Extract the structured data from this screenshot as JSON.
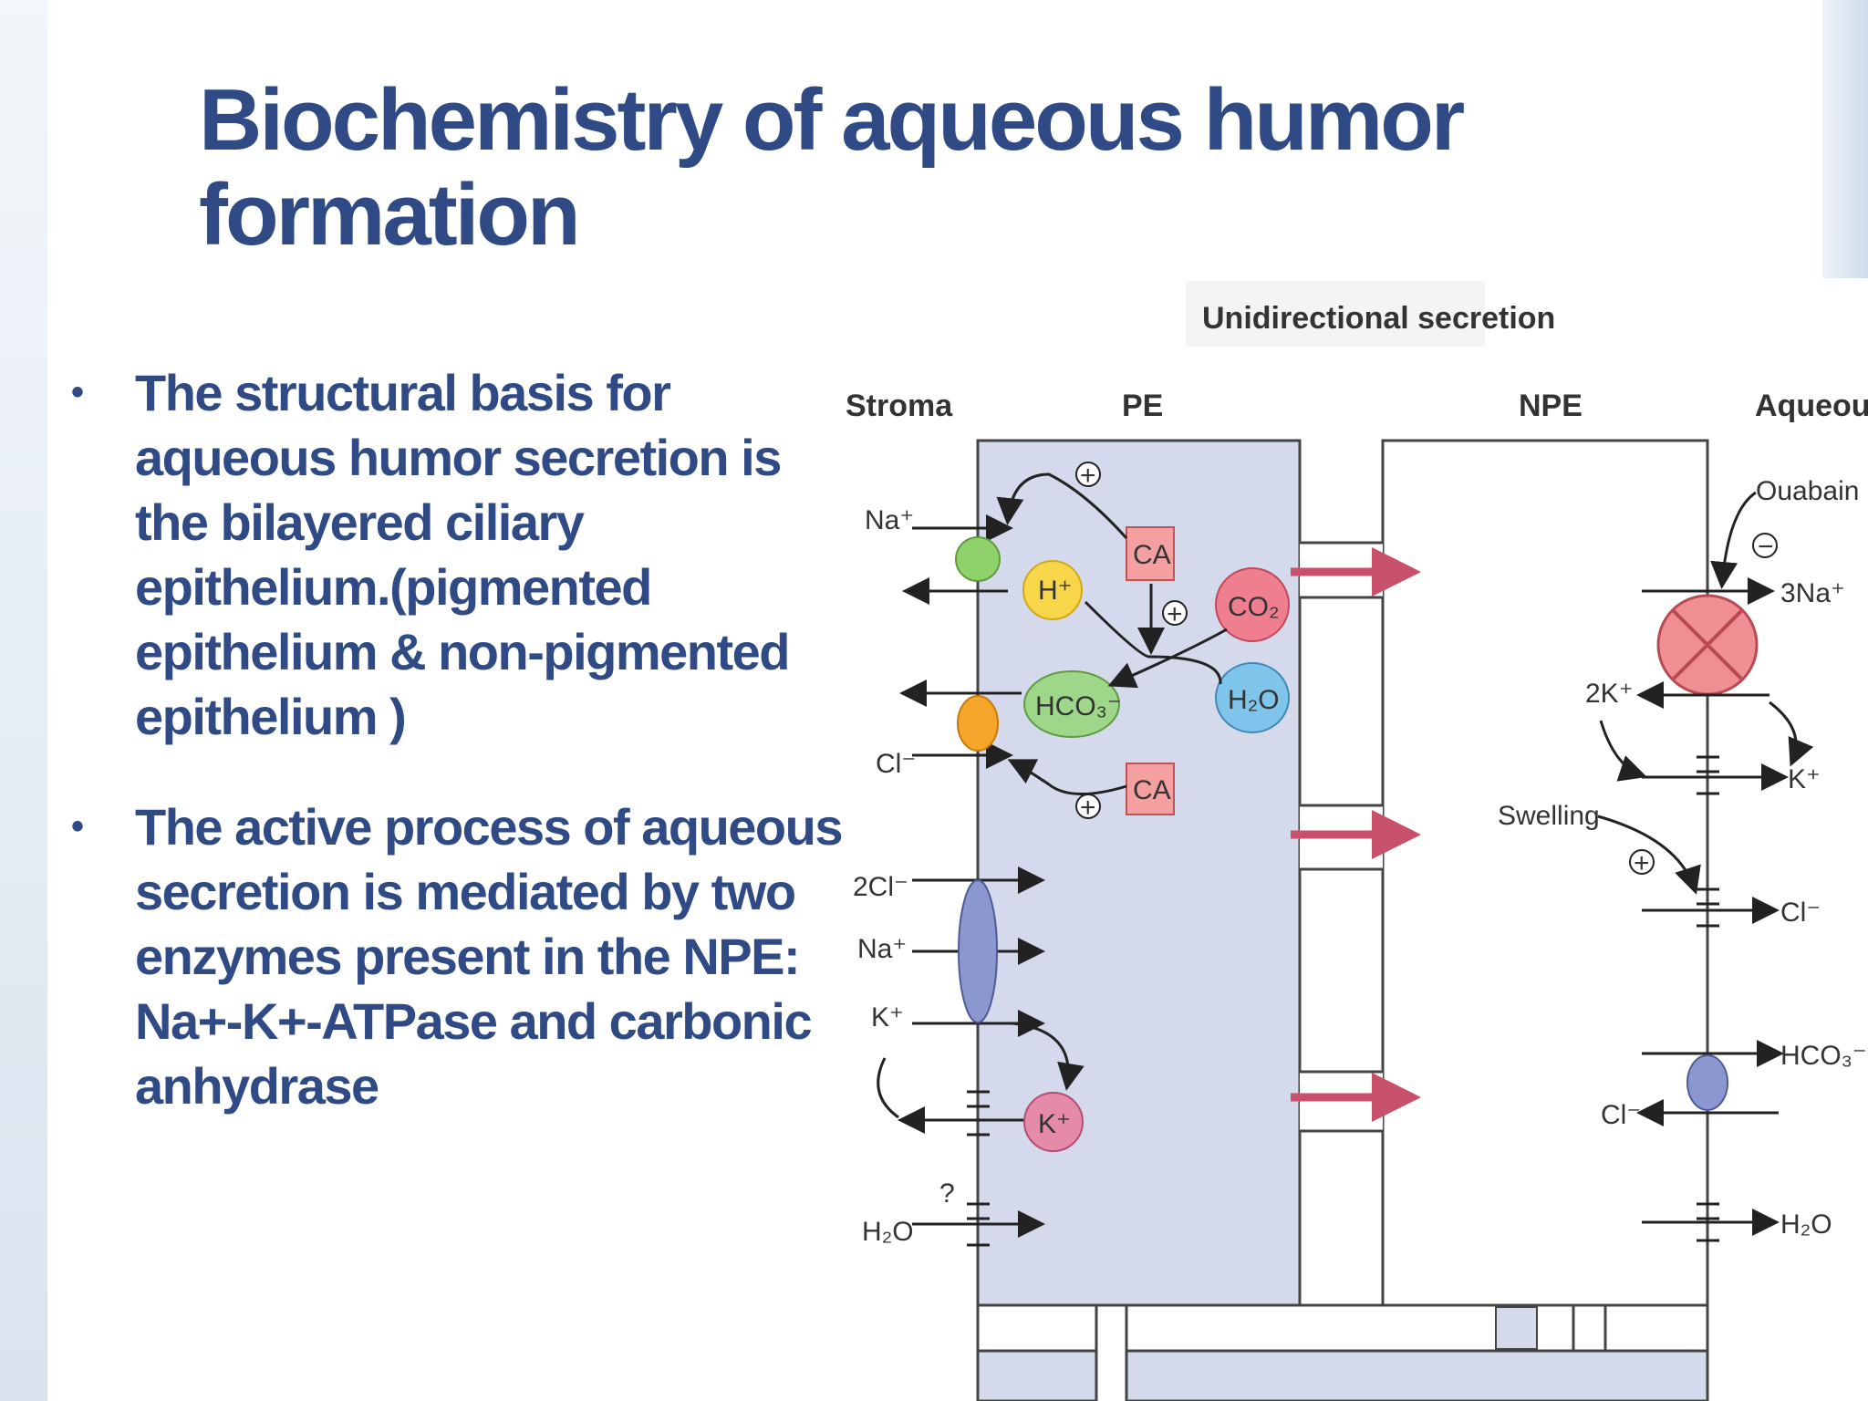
{
  "slide": {
    "title": "Biochemistry of aqueous humor formation",
    "bullets": [
      "The structural basis for aqueous humor secretion is the bilayered ciliary epithelium.(pigmented epithelium &  non-pigmented epithelium )",
      "The active process of aqueous secretion is mediated by two enzymes present in the NPE: Na+-K+-ATPase and carbonic anhydrase"
    ]
  },
  "diagram": {
    "heading": "Unidirectional secretion",
    "columns": {
      "stroma": "Stroma",
      "pe": "PE",
      "npe": "NPE",
      "aqueous": "Aqueous"
    },
    "pe_labels": {
      "na": "Na⁺",
      "cl": "Cl⁻",
      "two_cl": "2Cl⁻",
      "na2": "Na⁺",
      "k": "K⁺",
      "h2o": "H₂O",
      "question": "?",
      "h_plus": "H⁺",
      "hco3": "HCO₃⁻",
      "co2": "CO₂",
      "h2o_mol": "H₂O",
      "ca_top": "CA",
      "ca_bottom": "CA",
      "k_circle": "K⁺",
      "plus": "+"
    },
    "npe_labels": {
      "ouabain": "Ouabain",
      "minus": "−",
      "three_na": "3Na⁺",
      "two_k": "2K⁺",
      "k": "K⁺",
      "swelling": "Swelling",
      "cl": "Cl⁻",
      "hco3": "HCO₃⁻",
      "cl_in": "Cl⁻",
      "h2o": "H₂O",
      "plus": "+"
    },
    "colors": {
      "pe_fill": "#d4d9ec",
      "npe_fill": "#ffffff",
      "arrow_red": "#c8506a",
      "green": "#8fd16a",
      "orange": "#f5a52a",
      "yellow": "#f7d64a",
      "pink": "#ef7f8f",
      "blue_light": "#7fc4ea",
      "lavender": "#8b97cf",
      "nak_pump": "#f08f93"
    }
  }
}
